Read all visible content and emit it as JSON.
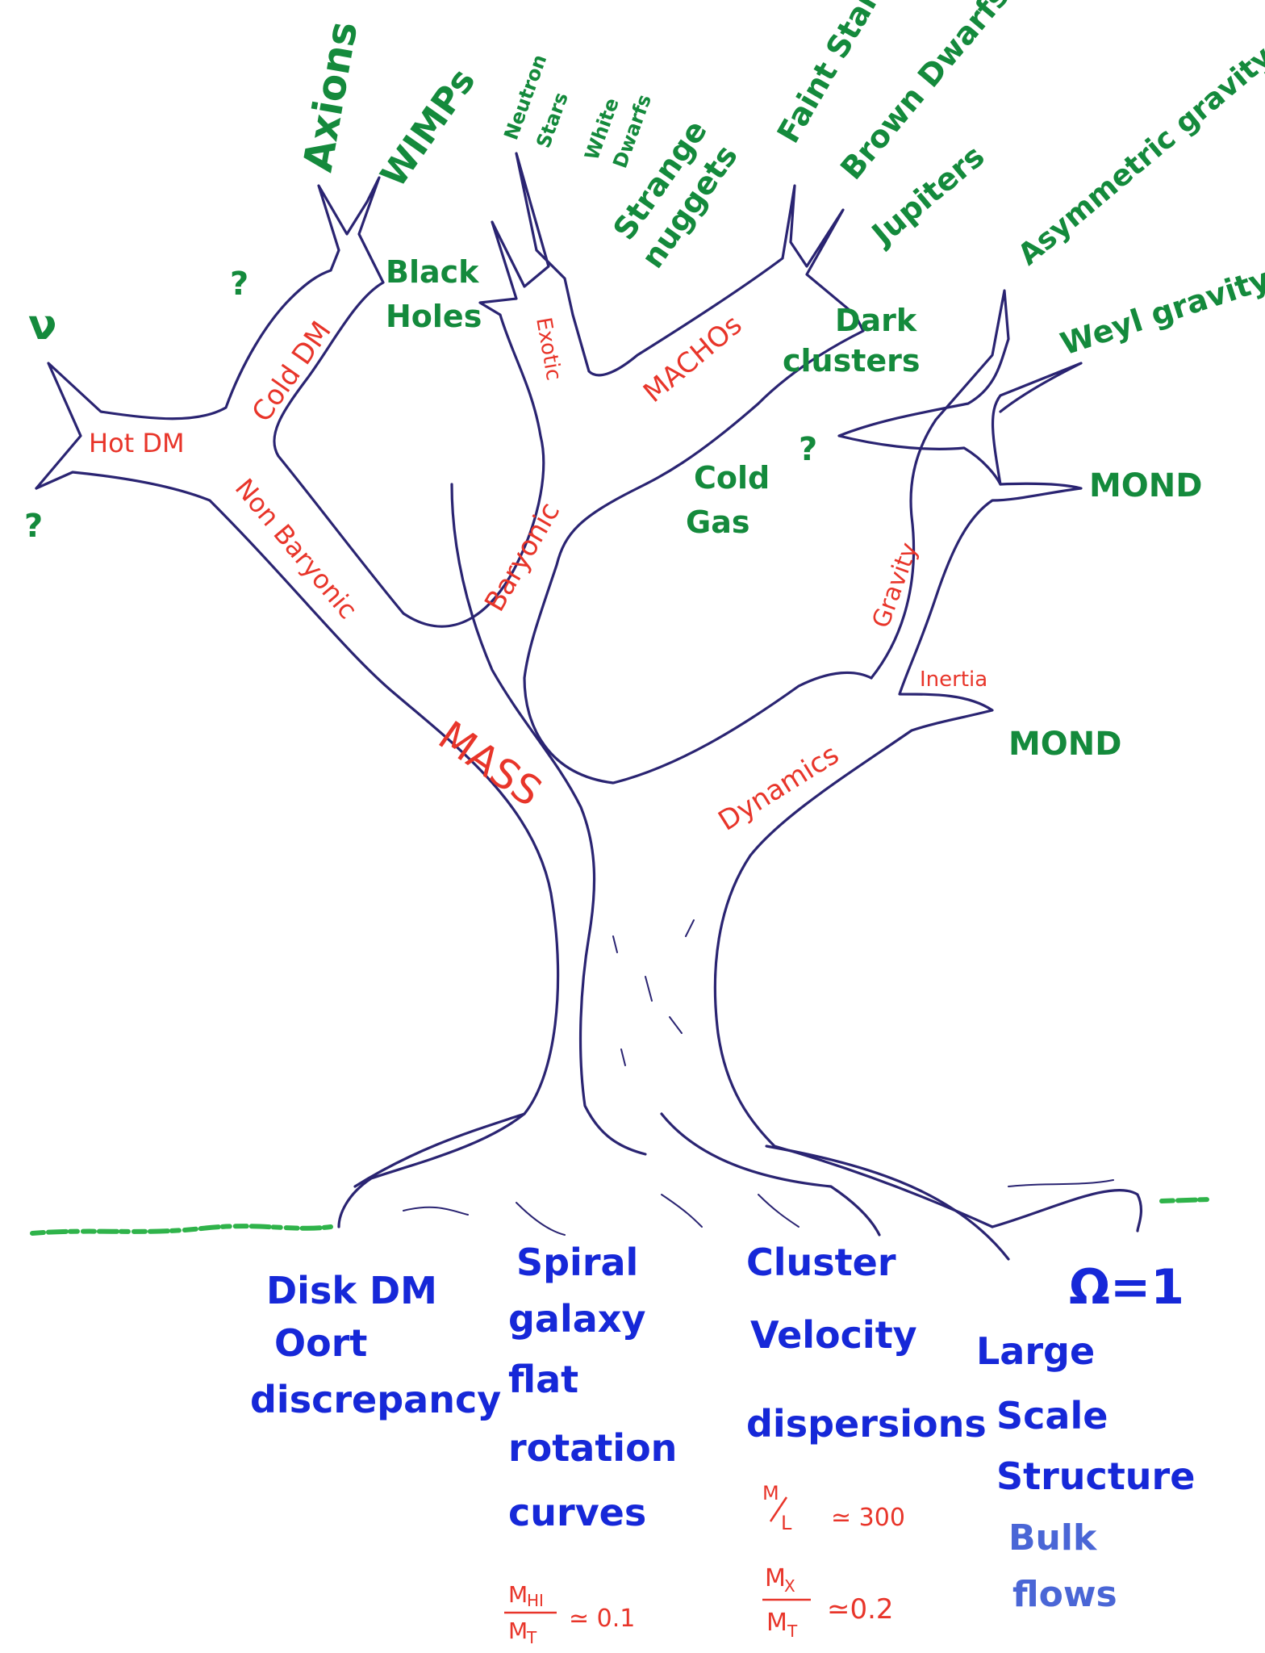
{
  "trunk": {
    "root": "MASS",
    "right_limb": "Dynamics"
  },
  "branches": {
    "non_baryonic": "Non Baryonic",
    "baryonic": "Baryonic",
    "hot_dm": "Hot DM",
    "cold_dm": "Cold DM",
    "exotic": "Exotic",
    "machos": "MACHOs",
    "gravity": "Gravity",
    "inertia": "Inertia"
  },
  "leaves": {
    "nu": "ν",
    "question_1": "?",
    "question_2": "?",
    "question_3": "?",
    "axions": "Axions",
    "wimps": "WIMPs",
    "black_holes": [
      "Black",
      "Holes"
    ],
    "neutron_stars": [
      "Neutron",
      "Stars"
    ],
    "white_dwarfs": [
      "White",
      "Dwarfs"
    ],
    "strange_nuggets": [
      "Strange",
      "nuggets"
    ],
    "faint_stars": "Faint Stars",
    "brown_dwarfs": "Brown Dwarfs",
    "jupiters": "Jupiters",
    "dark_clusters": [
      "Dark",
      "clusters"
    ],
    "cold_gas": [
      "Cold",
      "Gas"
    ],
    "asymmetric_gravity": "Asymmetric gravity",
    "weyl_gravity": "Weyl gravity",
    "mond_upper": "MOND",
    "mond_lower": "MOND"
  },
  "roots": {
    "disk": [
      "Disk DM",
      "Oort",
      "discrepancy"
    ],
    "spiral": [
      "Spiral",
      "galaxy",
      "flat",
      "rotation",
      "curves"
    ],
    "spiral_ratio": {
      "num": "M",
      "num_sub": "HI",
      "den": "M",
      "den_sub": "T",
      "value": "≃ 0.1"
    },
    "cluster": [
      "Cluster",
      "Velocity",
      "dispersions"
    ],
    "cluster_ratio_1": {
      "num": "M",
      "den": "L",
      "value": "≃ 300"
    },
    "cluster_ratio_2": {
      "num": "M",
      "num_sub": "X",
      "den": "M",
      "den_sub": "T",
      "value": "≃0.2"
    },
    "omega": "Ω=1",
    "large_scale": [
      "Large",
      "Scale",
      "Structure"
    ],
    "bulk_flows": [
      "Bulk",
      "flows"
    ]
  }
}
